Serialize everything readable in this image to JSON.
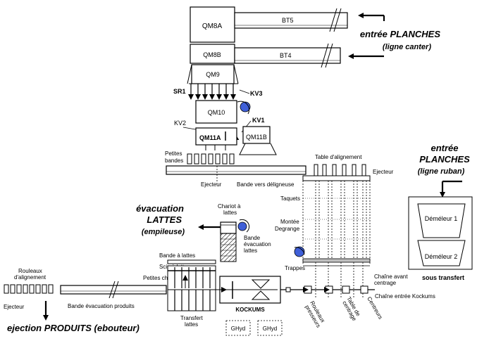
{
  "machines": {
    "qm8a": "QM8A",
    "qm8b": "QM8B",
    "qm9": "QM9",
    "qm10": "QM10",
    "qm11a": "QM11A",
    "qm11b": "QM11B",
    "bt5": "BT5",
    "bt4": "BT4",
    "kockums": "KOCKUMS",
    "ghyd_1": "GHyd",
    "ghyd_2": "GHyd",
    "demeleur_1": "Déméleur 1",
    "demeleur_2": "Déméleur 2"
  },
  "valves": {
    "sr1": "SR1",
    "kv3": "KV3",
    "kv2": "KV2",
    "kv1": "KV1"
  },
  "flows": {
    "entree_planches_canter_1": "entrée PLANCHES",
    "entree_planches_canter_2": "(ligne canter)",
    "entree_planches_ruban_1": "entrée",
    "entree_planches_ruban_2": "PLANCHES",
    "entree_planches_ruban_3": "(ligne ruban)",
    "evacuation_lattes_1": "évacuation",
    "evacuation_lattes_2": "LATTES",
    "evacuation_lattes_3": "(empileuse)",
    "ejection_produits": "ejection PRODUITS (ebouteur)"
  },
  "labels": {
    "petites_bandes_1": "Petites",
    "petites_bandes_2": "bandes",
    "ejecteur_top": "Ejecteur",
    "bande_vers_deligneuse": "Bande vers déligneuse",
    "table_alignement": "Table d'alignement",
    "ejecteur_right": "Ejecteur",
    "taquets": "Taquets",
    "montee_1": "Montée",
    "montee_2": "Degrange",
    "trappes": "Trappes",
    "chariot_1": "Chariot à",
    "chariot_2": "lattes",
    "bande_evac_1": "Bande",
    "bande_evac_2": "évacuation",
    "bande_evac_3": "lattes",
    "bande_a_lattes": "Bande à  lattes",
    "scie_a_lattes": "Scie à lattes",
    "petites_chaines": "Petites chaînes",
    "rouleaux_1": "Rouleaux",
    "rouleaux_2": "d'alignement",
    "ejecteur_left": "Ejecteur",
    "bande_evac_produits": "Bande évacuation produits",
    "transfert_1": "Transfert",
    "transfert_2": "lattes",
    "chaine_avant_1": "Chaîne avant",
    "chaine_avant_2": "centrage",
    "chaine_entree_kockums": "Chaîne entrée Kockums",
    "rouleaux_presseurs_1": "Rouleaux",
    "rouleaux_presseurs_2": "presseurs",
    "table_centrage_1": "Table de",
    "table_centrage_2": "centrage",
    "centreurs": "Centreurs",
    "sous_transfert": "sous transfert"
  }
}
